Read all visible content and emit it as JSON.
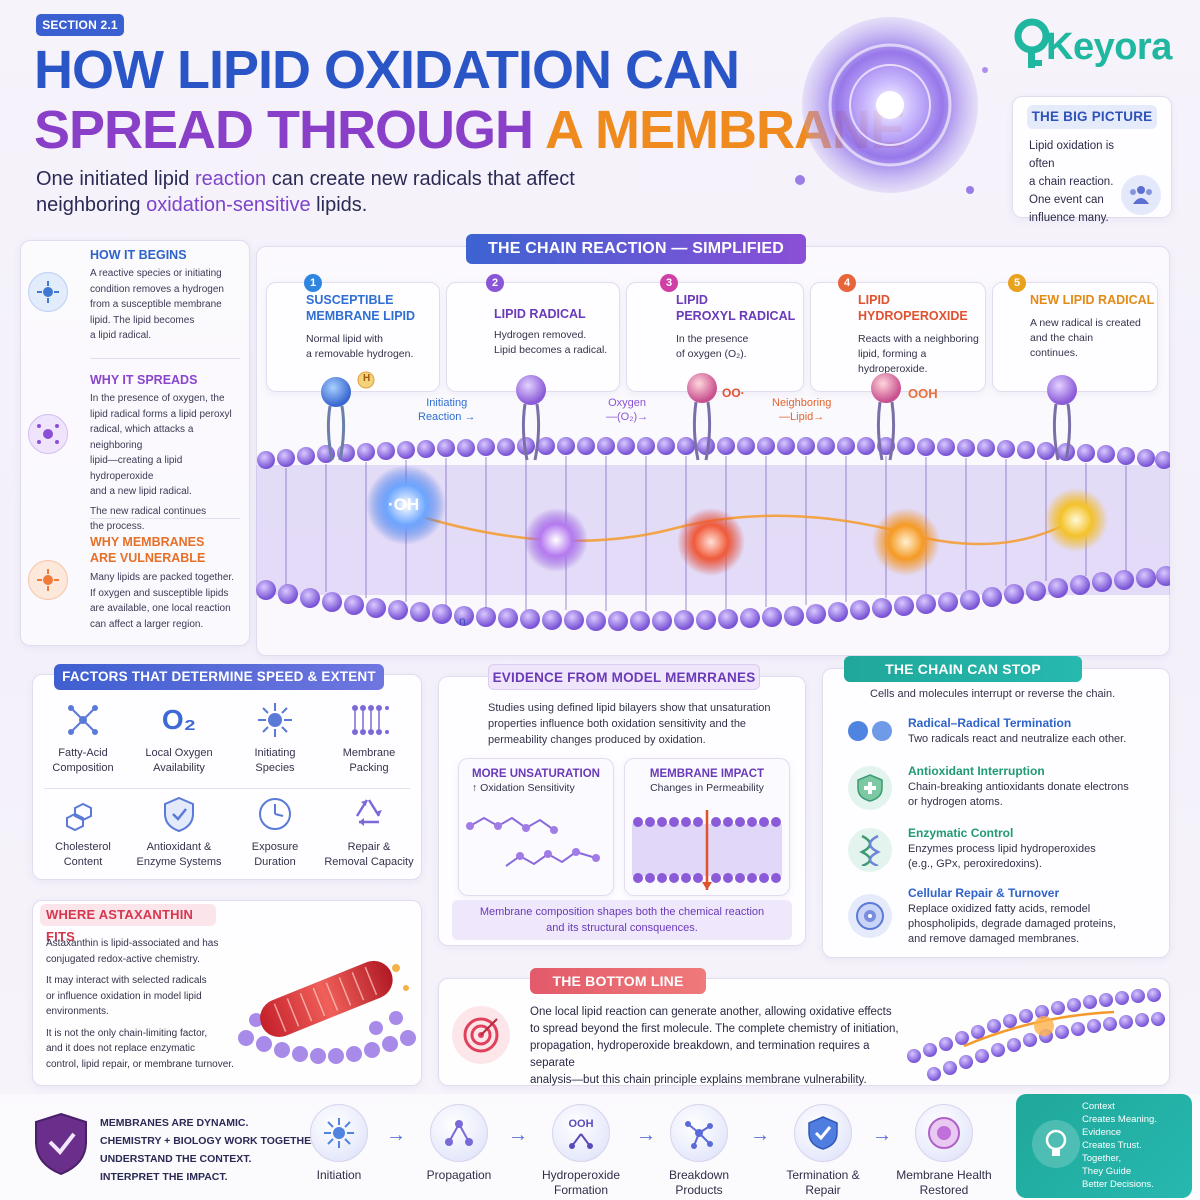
{
  "header": {
    "section": "SECTION 2.1",
    "title_line1": "HOW LIPID OXIDATION CAN",
    "title_line2a": "SPREAD THROUGH",
    "title_line2b": "A MEMBRANE",
    "subtitle_l1a": "One initiated lipid ",
    "subtitle_l1b": "reaction",
    "subtitle_l1c": " can create new radicals that affect",
    "subtitle_l2a": "neighboring ",
    "subtitle_l2b": "oxidation-sensitive",
    "subtitle_l2c": " lipids."
  },
  "brand": {
    "name": "Keyora"
  },
  "big_picture": {
    "title": "THE BIG PICTURE",
    "l1": "Lipid oxidation is often",
    "l2": "a chain reaction.",
    "l3": "One event can",
    "l4": "influence many."
  },
  "left_panel": [
    {
      "title1": "HOW IT BEGINS",
      "title2": "",
      "text": [
        "A reactive species or initiating",
        "condition removes a hydrogen",
        "from a susceptible membrane",
        "lipid. The lipid becomes",
        "a lipid radical."
      ]
    },
    {
      "title1": "WHY IT SPREADS",
      "title2": "",
      "text": [
        "In the presence of oxygen, the",
        "lipid radical forms a lipid peroxyl",
        "radical, which attacks a neighboring",
        "lipid—creating a lipid hydroperoxide",
        "and a new lipid radical.",
        "The new radical continues",
        "the process."
      ]
    },
    {
      "title1": "WHY MEMBRANES",
      "title2": "ARE VULNERABLE",
      "text": [
        "Many lipids are packed together.",
        "If oxygen and susceptible lipids",
        "are available, one local reaction",
        "can affect a larger region."
      ]
    }
  ],
  "chain": {
    "title": "THE CHAIN REACTION — SIMPLIFIED",
    "steps": [
      {
        "num": "1",
        "title1": "SUSCEPTIBLE",
        "title2": "MEMBRANE LIPID",
        "t1": "Normal lipid with",
        "t2": "a removable hydrogen.",
        "color": "#2f86e0"
      },
      {
        "num": "2",
        "title1": "LIPID RADICAL",
        "title2": "",
        "t1": "Hydrogen removed.",
        "t2": "Lipid becomes a radical.",
        "color": "#8a55d6"
      },
      {
        "num": "3",
        "title1": "LIPID",
        "title2": "PEROXYL RADICAL",
        "t1": "In the presence",
        "t2": "of oxygen (O₂).",
        "color": "#cf3fa6"
      },
      {
        "num": "4",
        "title1": "LIPID HYDROPEROXIDE",
        "title2": "",
        "t1": "Reacts with a neighboring",
        "t2": "lipid, forming a",
        "t3": "hydroperoxide.",
        "color": "#e8653a"
      },
      {
        "num": "5",
        "title1": "NEW LIPID RADICAL",
        "title2": "",
        "t1": "A new radical is created",
        "t2": "and the chain",
        "t3": "continues.",
        "color": "#e8a21d"
      }
    ],
    "arrow1_a": "Initiating",
    "arrow1_b": "Reaction",
    "arrow2_a": "Oxygen",
    "arrow2_b": "(O₂)",
    "arrow3_a": "Neighboring",
    "arrow3_b": "Lipid",
    "oh_label": "·OH",
    "h_label": "H",
    "oo_label": "OO·",
    "ooh_label": "OOH",
    "small_n": "·n"
  },
  "factors": {
    "title": "FACTORS THAT DETERMINE SPEED & EXTENT",
    "items": [
      {
        "l1": "Fatty-Acid",
        "l2": "Composition"
      },
      {
        "l1": "Local Oxygen",
        "l2": "Availability"
      },
      {
        "l1": "Initiating",
        "l2": "Species"
      },
      {
        "l1": "Membrane",
        "l2": "Packing"
      },
      {
        "l1": "Cholesterol",
        "l2": "Content"
      },
      {
        "l1": "Antioxidant &",
        "l2": "Enzyme Systems"
      },
      {
        "l1": "Exposure",
        "l2": "Duration"
      },
      {
        "l1": "Repair &",
        "l2": "Removal Capacity"
      }
    ],
    "o2": "O₂"
  },
  "evidence": {
    "title": "EVIDENCE FROM MODEL MEMRRANES",
    "l1": "Studies using defined lipid bilayers show that unsaturation",
    "l2": "properties influence both oxidation sensitivity and the",
    "l3": "permeability changes produced by oxidation.",
    "left_title": "MORE UNSATURATION",
    "left_sub": "↑ Oxidation Sensitivity",
    "right_title": "MEMBRANE IMPACT",
    "right_sub": "Changes in Permeability",
    "foot1": "Membrane composition shapes both the chemical reaction",
    "foot2": "and its structural consquences."
  },
  "stop": {
    "title": "THE CHAIN CAN STOP",
    "intro": "Cells and molecules interrupt or reverse the chain.",
    "items": [
      {
        "title": "Radical–Radical Termination",
        "l1": "Two radicals react and neutralize each other.",
        "l2": "",
        "l3": ""
      },
      {
        "title": "Antioxidant Interruption",
        "l1": "Chain-breaking antioxidants donate electrons",
        "l2": "or hydrogen atoms.",
        "l3": ""
      },
      {
        "title": "Enzymatic Control",
        "l1": "Enzymes process lipid hydroperoxides",
        "l2": "(e.g., GPx, peroxiredoxins).",
        "l3": ""
      },
      {
        "title": "Cellular Repair & Turnover",
        "l1": "Replace oxidized fatty acids, remodel",
        "l2": "phospholipids, degrade damaged proteins,",
        "l3": "and remove damaged membranes."
      }
    ]
  },
  "astaxanthin": {
    "title": "WHERE ASTAXANTHIN FITS",
    "p1": [
      "Astaxanthin is lipid-associated and has",
      "conjugated redox-active chemistry."
    ],
    "p2": [
      "It may interact with selected radicals",
      "or influence oxidation in model lipid",
      "environments."
    ],
    "p3": [
      "It is not the only chain-limiting factor,",
      "and it does not replace enzymatic",
      "control, lipid repair, or membrane turnover."
    ]
  },
  "bottom_line": {
    "title": "THE BOTTOM LINE",
    "l1": "One local lipid reaction can generate another, allowing oxidative effects",
    "l2": "to spread beyond the first molecule. The complete chemistry of initiation,",
    "l3": "propagation, hydroperoxide breakdown, and termination requires a separate",
    "l4": "analysis—but this chain principle explains membrane vulnerability."
  },
  "footer": {
    "m1": "MEMBRANES ARE DYNAMIC.",
    "m2": "CHEMISTRY + BIOLOGY WORK TOGETHER.",
    "m3": "UNDERSTAND THE CONTEXT.",
    "m4": "INTERPRET THE IMPACT.",
    "flow": [
      {
        "l1": "Initiation",
        "l2": ""
      },
      {
        "l1": "Propagation",
        "l2": ""
      },
      {
        "l1": "Hydroperoxide",
        "l2": "Formation"
      },
      {
        "l1": "Breakdown",
        "l2": "Products"
      },
      {
        "l1": "Termination &",
        "l2": "Repair"
      },
      {
        "l1": "Membrane Health",
        "l2": "Restored"
      }
    ],
    "ooh": "OOH",
    "context": [
      "Context",
      "Creates Meaning.",
      "Evidence",
      "Creates Trust.",
      "Together,",
      "They Guide",
      "Better Decisions."
    ]
  }
}
